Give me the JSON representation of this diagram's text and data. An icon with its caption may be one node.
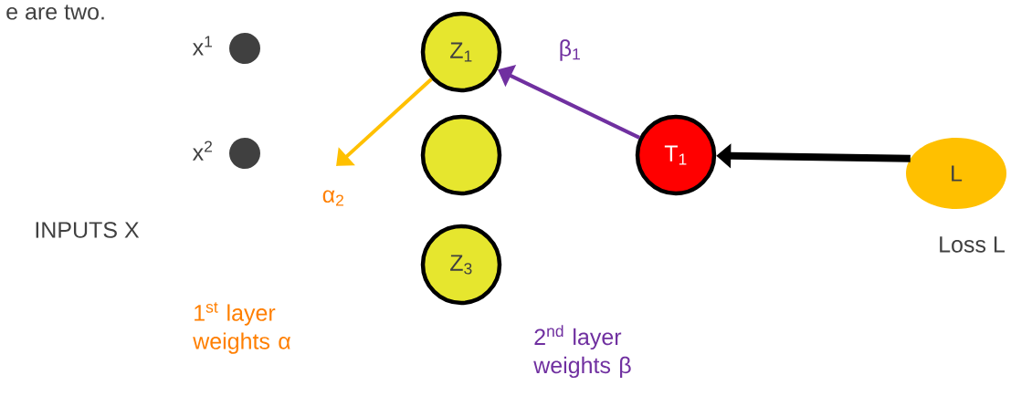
{
  "diagram": {
    "nodes": [
      {
        "text": [],
        "shape": "circle",
        "beside": [
          "x$^{1}$"
        ]
      },
      {
        "text": [],
        "shape": "circle",
        "beside": [
          "x$^{2}$"
        ]
      },
      {
        "text": [
          "Z$_{1}$"
        ]
      },
      {
        "text": [],
        "shape": "circle"
      },
      {
        "text": [
          "Z$_{3}$"
        ]
      },
      {
        "text": [
          "T$_{1}$"
        ]
      },
      {
        "text": [
          "L"
        ],
        "beside": [
          "Loss L"
        ]
      }
    ],
    "edges": [
      {
        "from": 2,
        "to": null,
        "arrow": "to",
        "label": "α$_{2}$",
        "color": "#ffc000"
      },
      {
        "from": 5,
        "to": 2,
        "arrow": "to",
        "label": "β$_{1}$",
        "color": "#7030a0"
      },
      {
        "from": 6,
        "to": 5,
        "arrow": "to",
        "style": "thick",
        "color": "#000000"
      }
    ],
    "labels": [
      "e are two.",
      "INPUTS X",
      "1$^{st}$ layer weights α",
      "2$^{nd}$ layer weights β"
    ]
  }
}
